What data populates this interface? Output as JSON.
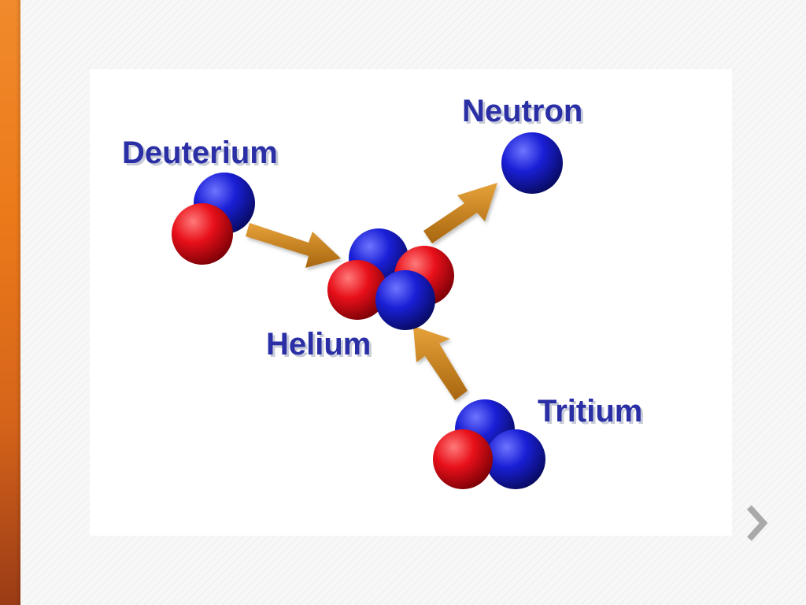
{
  "slide": {
    "labels": {
      "deuterium": "Deuterium",
      "neutron": "Neutron",
      "helium": "Helium",
      "tritium": "Tritium"
    }
  },
  "colors": {
    "accent_bar": "#ec7a1a",
    "proton": "#e8101a",
    "neutron": "#1a1fd6",
    "arrow": "#c8861e",
    "label_text": "#2a2fa6",
    "chevron": "#a9a9a9"
  },
  "icons": {
    "next": "chevron-right-icon"
  }
}
